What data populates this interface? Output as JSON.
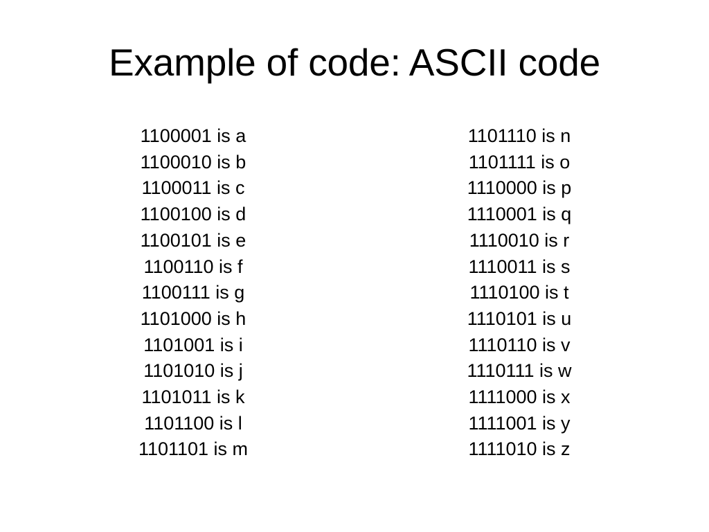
{
  "slide": {
    "title": "Example of code: ASCII code",
    "background_color": "#ffffff",
    "text_color": "#000000"
  },
  "columns": [
    {
      "name": "left-column",
      "lines": [
        "1100001 is a",
        "1100010 is b",
        "1100011 is c",
        "1100100 is d",
        "1100101 is e",
        "1100110 is f",
        "1100111 is g",
        "1101000 is h",
        "1101001 is i",
        "1101010 is j",
        "1101011 is k",
        "1101100 is l",
        "1101101 is m"
      ]
    },
    {
      "name": "right-column",
      "lines": [
        "1101110 is n",
        "1101111 is o",
        "1110000 is p",
        "1110001 is q",
        "1110010 is r",
        "1110011 is s",
        "1110100 is t",
        "1110101 is u",
        "1110110 is v",
        "1110111 is w",
        "1111000 is x",
        "1111001 is y",
        "1111010 is z"
      ]
    }
  ]
}
